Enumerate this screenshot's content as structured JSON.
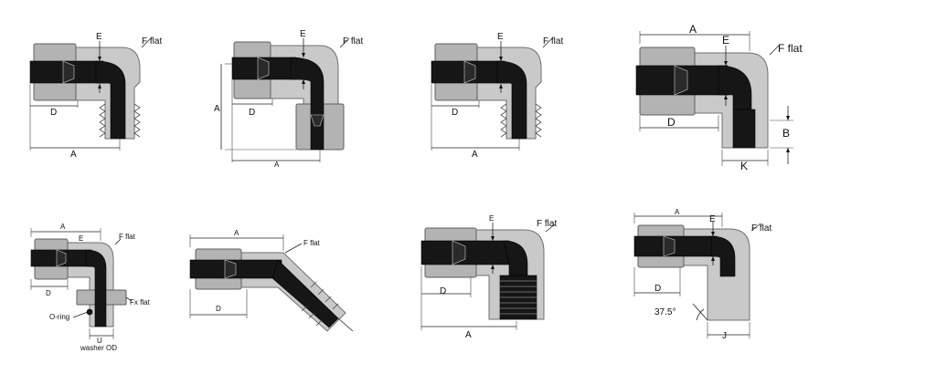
{
  "panels": [
    {
      "id": "p1",
      "labels": {
        "e": "E",
        "f": "F flat",
        "d": "D",
        "a": "A"
      }
    },
    {
      "id": "p2",
      "labels": {
        "e": "E",
        "f": "F flat",
        "d": "D",
        "a_v": "A",
        "a_h": "A"
      }
    },
    {
      "id": "p3",
      "labels": {
        "e": "E",
        "f": "F flat",
        "d": "D",
        "a": "A"
      }
    },
    {
      "id": "p4",
      "labels": {
        "a": "A",
        "e": "E",
        "f": "F flat",
        "d": "D",
        "b": "B",
        "k": "K"
      }
    },
    {
      "id": "p5",
      "labels": {
        "a": "A",
        "e": "E",
        "f": "F flat",
        "d": "D",
        "fx": "Fx flat",
        "oring": "O-ring",
        "u": "U",
        "washer": "washer OD"
      }
    },
    {
      "id": "p6",
      "labels": {
        "a": "A",
        "f": "F flat",
        "d": "D"
      }
    },
    {
      "id": "p7",
      "labels": {
        "e": "E",
        "f": "F flat",
        "d": "D",
        "a": "A"
      }
    },
    {
      "id": "p8",
      "labels": {
        "a": "A",
        "e": "E",
        "f": "F flat",
        "d": "D",
        "angle": "37.5°",
        "j": "J"
      }
    }
  ]
}
